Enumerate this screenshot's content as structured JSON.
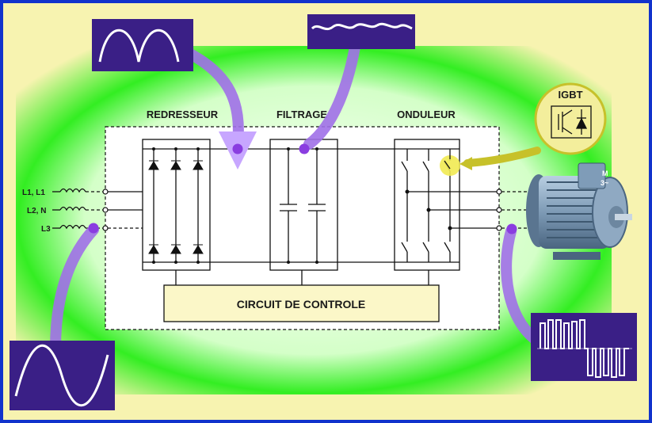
{
  "diagram": {
    "sections": {
      "rectifier": "REDRESSEUR",
      "filter": "FILTRAGE",
      "inverter": "ONDULEUR"
    },
    "control_block": "CIRCUIT DE CONTROLE",
    "inputs": [
      "L1, L1",
      "L2, N",
      "L3"
    ],
    "igbt_label": "IGBT",
    "motor": {
      "line1": "M",
      "line2": "3~"
    },
    "waveforms": [
      "rectified-wave",
      "filtered-dc-wave",
      "sine-wave",
      "pwm-wave"
    ],
    "colors": {
      "frame_border": "#1133cc",
      "outer_background": "#f7f3b0",
      "glow": "#33ee22",
      "thumbnail_bg": "#3a1f86",
      "pointer_violet": "#a070e8",
      "marker_dot": "#8a3de0",
      "igbt_bubble": "#f3ee9c",
      "control_block_bg": "#fbf7c8"
    }
  }
}
